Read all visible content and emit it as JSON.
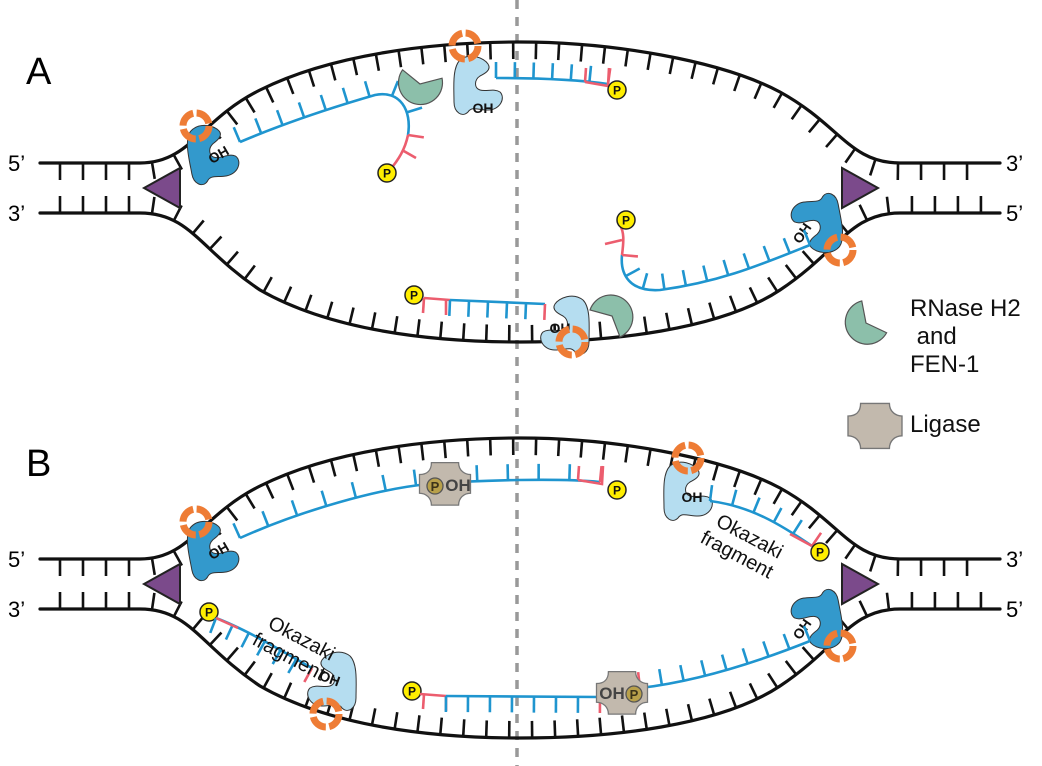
{
  "figure": {
    "panels": [
      {
        "id": "A",
        "label": "A"
      },
      {
        "id": "B",
        "label": "B"
      }
    ],
    "strand_ends": {
      "left_top": "5’",
      "left_bottom": "3’",
      "right_top": "3’",
      "right_bottom": "5’"
    },
    "labels": {
      "oh": "OH",
      "phosphate": "P",
      "okazaki_line1": "Okazaki",
      "okazaki_line2": "fragment"
    },
    "legend": {
      "rnase": {
        "line1": "RNase H2",
        "line2": " and",
        "line3": "FEN-1"
      },
      "ligase": "Ligase"
    },
    "colors": {
      "template_strand": "#111111",
      "dna_new": "#1f95cf",
      "rna_primer": "#ec5d6e",
      "pcna_clamp": "#ee7c35",
      "polymerase_dark": "#3399cc",
      "polymerase_light": "#b5ddf0",
      "helicase": "#7b4a8b",
      "rnase_fen": "#8cbfaa",
      "ligase": "#c2b9ad",
      "phosphate": "#ffee00",
      "origin_line": "#999999"
    }
  }
}
